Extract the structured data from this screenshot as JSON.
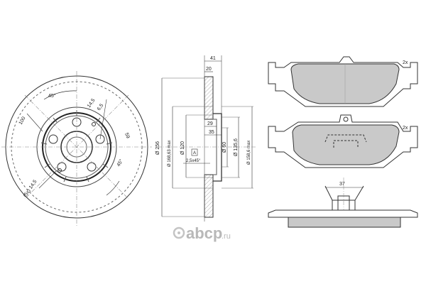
{
  "disc_front": {
    "angle_top": "45°",
    "angle_side": "45°",
    "bolt_dia": "14,5",
    "small_hole": "6,5",
    "pcd": "100",
    "holes_note": "(5x) 14,5",
    "side_dim": "59",
    "center_mark": "○"
  },
  "disc_section": {
    "width_total": "41",
    "width_hub": "20",
    "overall_dia": "Ø 256",
    "max_dia": "Ø 168,63 max",
    "bore": "Ø 120",
    "step_29": "29",
    "step_35": "35",
    "pilot": "Ø 60",
    "inner": "Ø 135,6",
    "max_dia_right": "Ø 158,6 max",
    "chamfer": "2,5x45°",
    "ref_mark": "A"
  },
  "pads": {
    "qty_top": "2x",
    "qty_bottom": "2x",
    "clip_width": "37"
  },
  "watermark": {
    "brand": "abcp",
    "tld": ".ru"
  }
}
